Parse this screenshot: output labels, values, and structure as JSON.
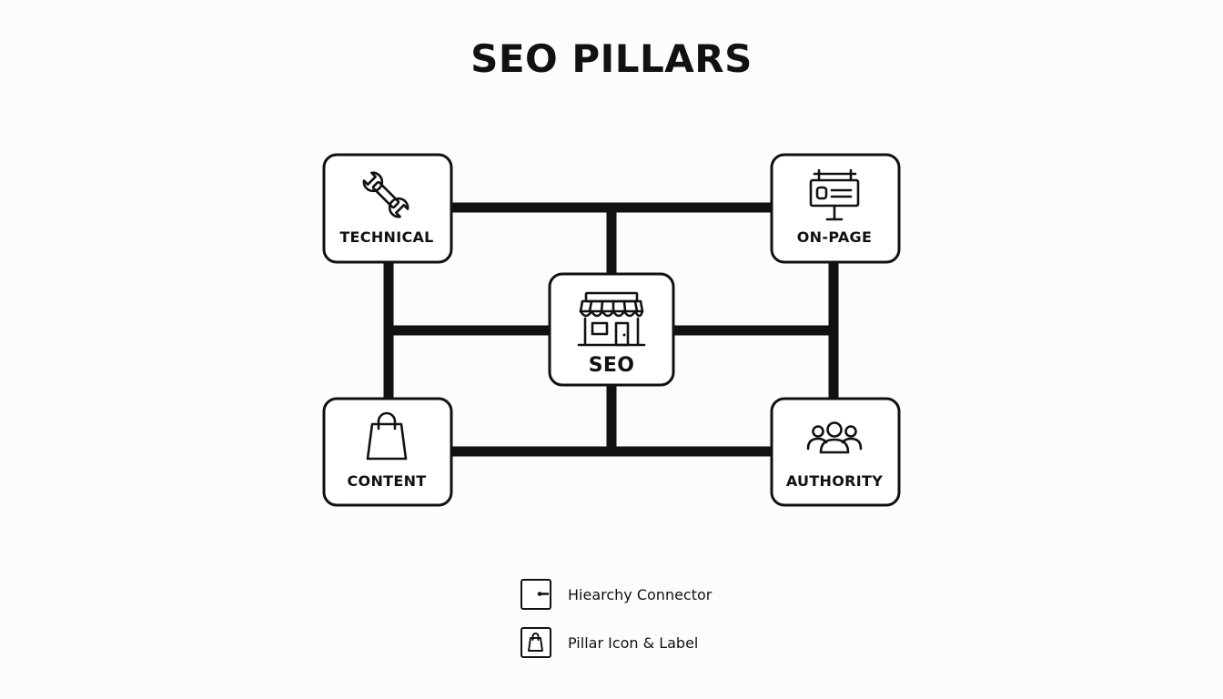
{
  "title": "SEO PILLARS",
  "colors": {
    "line": "#111111",
    "background": "#fcfcfc",
    "box_fill": "#ffffff"
  },
  "nodes": {
    "center": {
      "label": "SEO",
      "icon": "storefront-icon"
    },
    "technical": {
      "label": "TECHNICAL",
      "icon": "wrench-icon"
    },
    "onpage": {
      "label": "ON-PAGE",
      "icon": "billboard-icon"
    },
    "content": {
      "label": "CONTENT",
      "icon": "shopping-bag-icon"
    },
    "authority": {
      "label": "AUTHORITY",
      "icon": "user-group-icon"
    }
  },
  "legend": {
    "items": [
      {
        "label": "Hiearchy Connector",
        "icon": "connector-icon"
      },
      {
        "label": "Pillar Icon & Label",
        "icon": "shopping-bag-icon"
      }
    ]
  }
}
